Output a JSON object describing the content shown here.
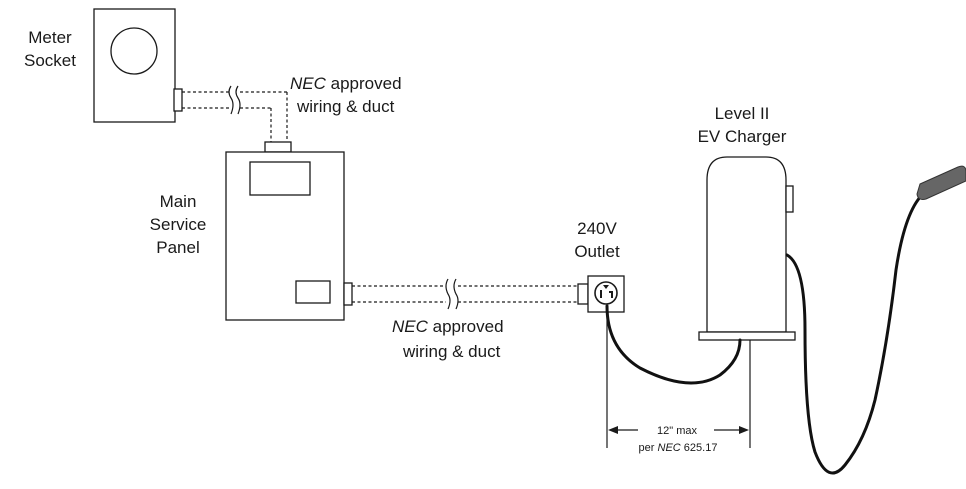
{
  "labels": {
    "meter_socket_line1": "Meter",
    "meter_socket_line2": "Socket",
    "main_panel_line1": "Main",
    "main_panel_line2": "Service",
    "main_panel_line3": "Panel",
    "outlet_line1": "240V",
    "outlet_line2": "Outlet",
    "charger_line1": "Level II",
    "charger_line2": "EV Charger",
    "wiring_upper_italic": "NEC",
    "wiring_upper_rest": " approved",
    "wiring_upper_line2": "wiring & duct",
    "wiring_lower_italic": "NEC",
    "wiring_lower_rest": " approved",
    "wiring_lower_line2": "wiring & duct",
    "dimension_value": "12\" max",
    "dimension_ref_prefix": "per ",
    "dimension_ref_italic": "NEC",
    "dimension_ref_suffix": " 625.17"
  },
  "colors": {
    "stroke": "#1a1a1a",
    "cord": "#111111",
    "connector": "#666666"
  },
  "icons": {
    "meter": "meter-dial-icon",
    "outlet": "nema-outlet-icon",
    "break_mark": "wire-break-icon"
  }
}
